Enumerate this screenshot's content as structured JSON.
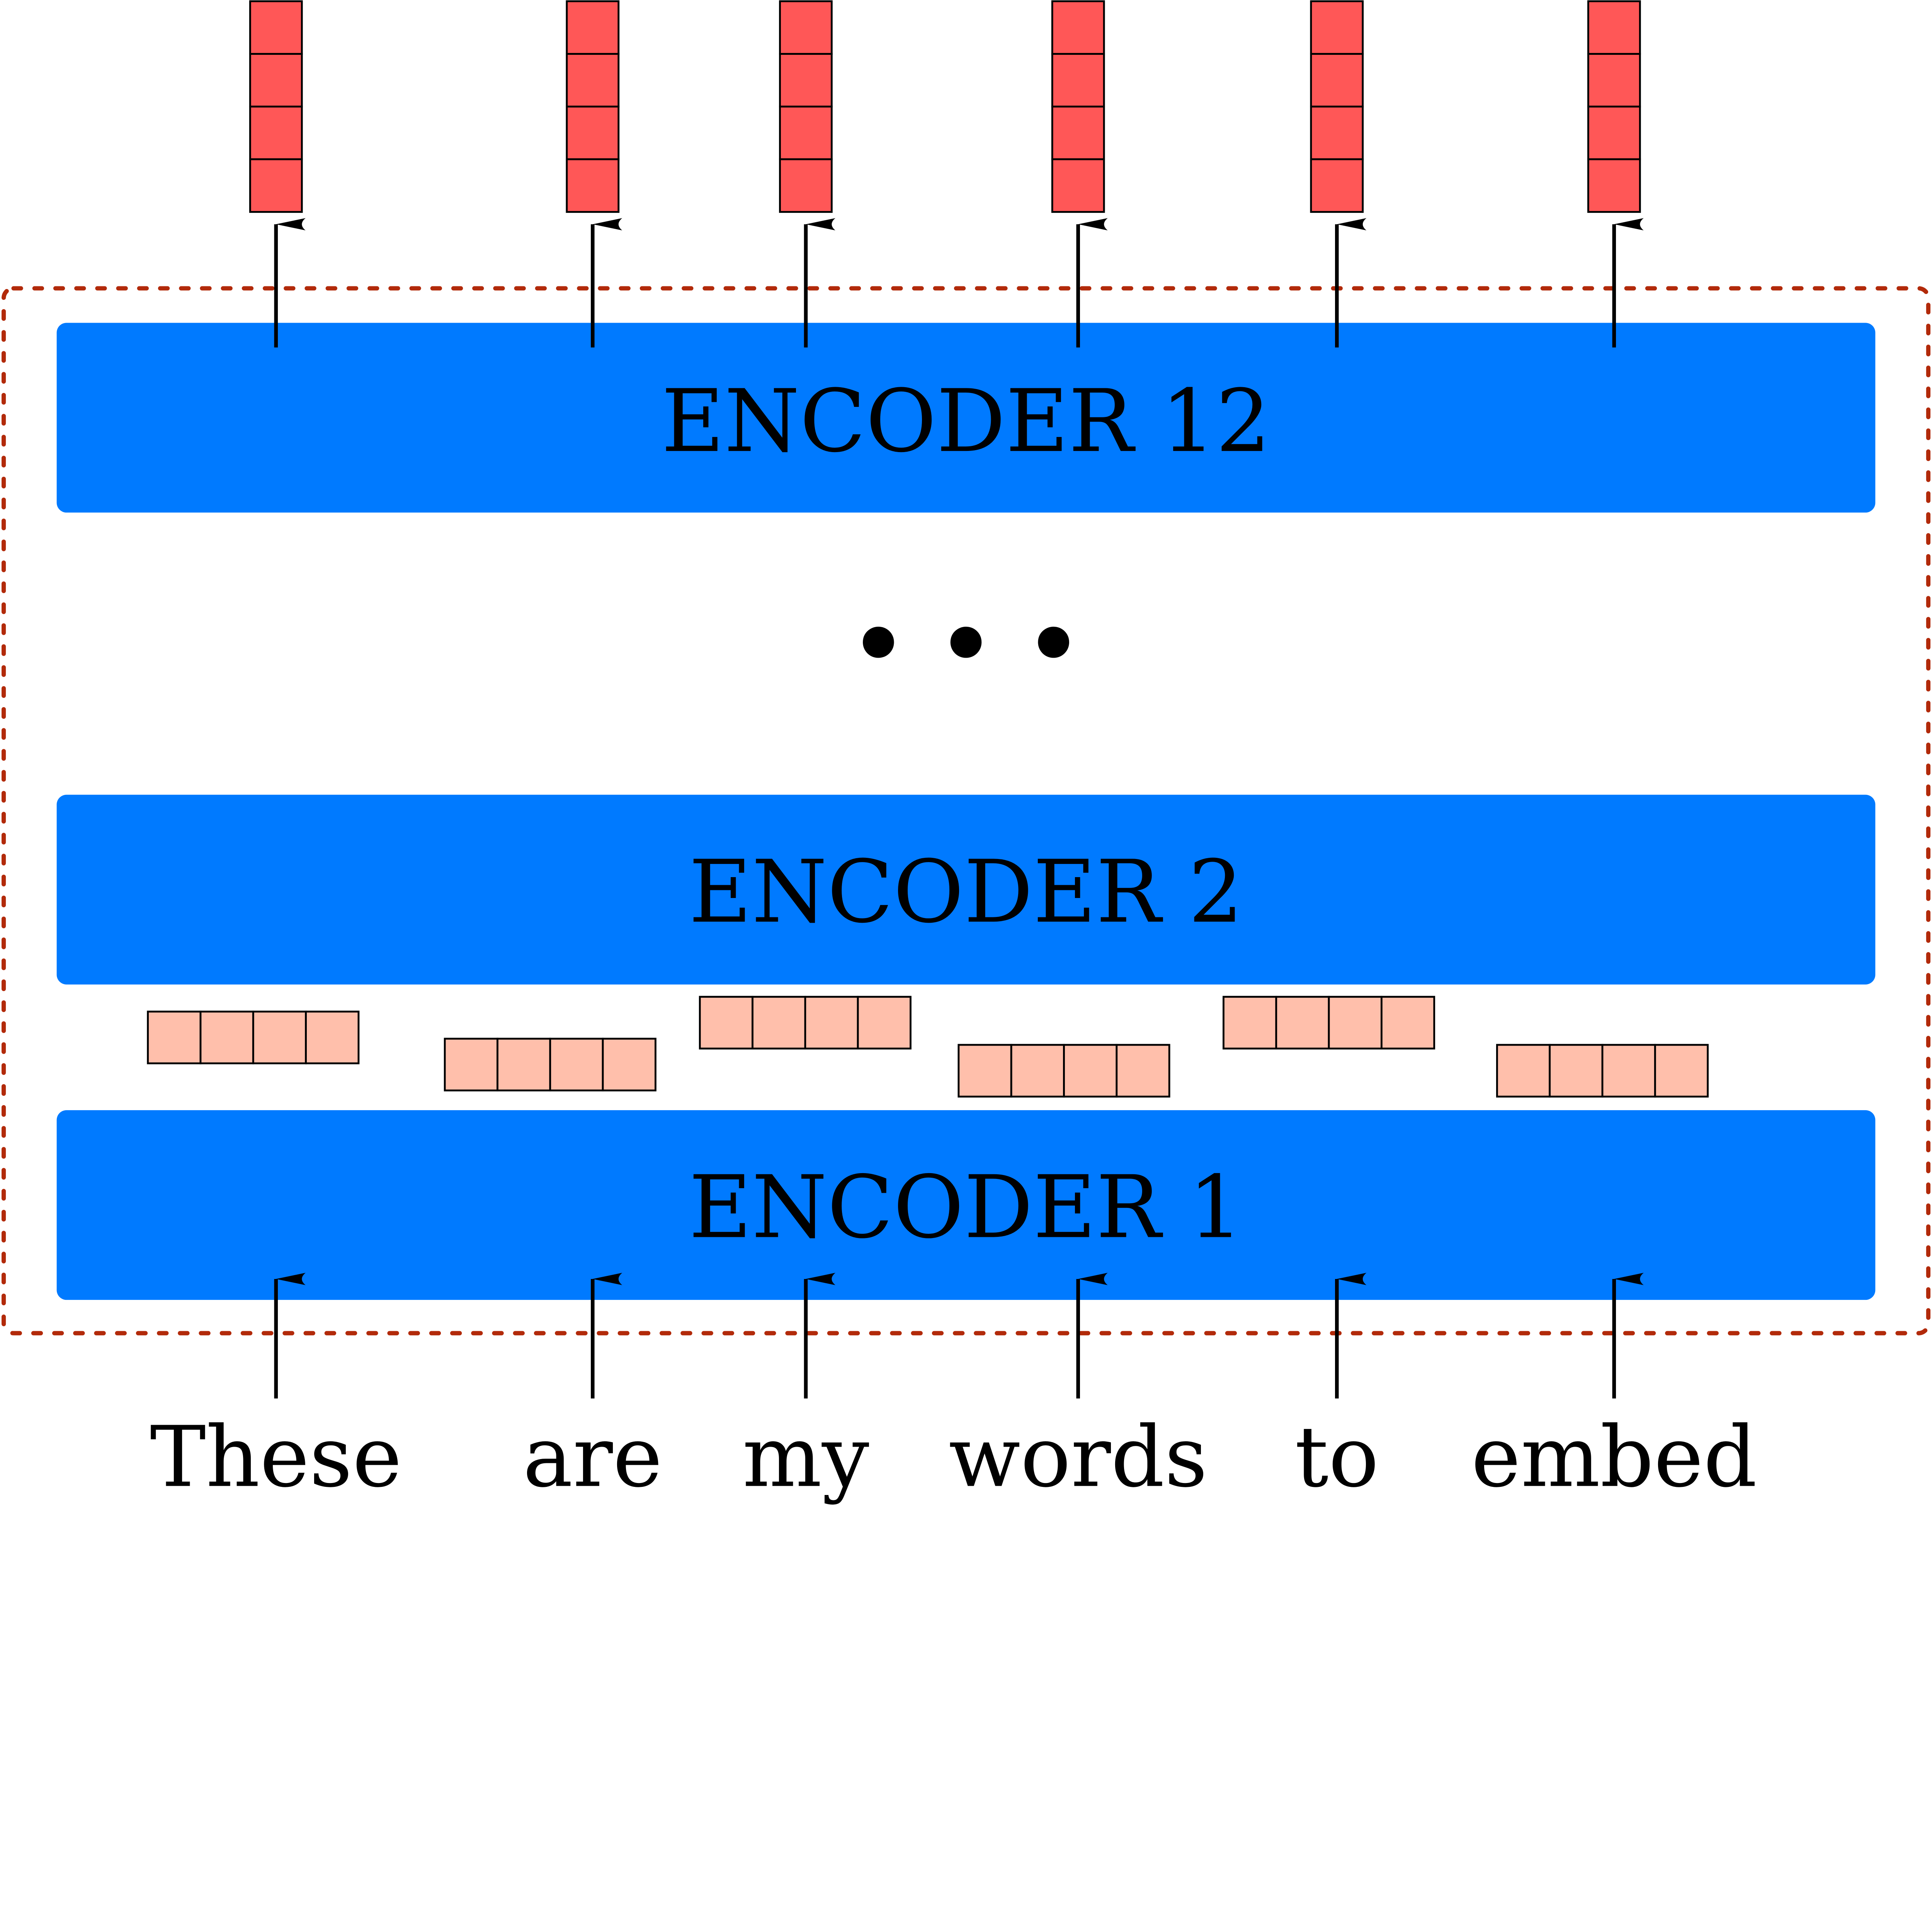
{
  "colors": {
    "encoder": "#007AFF",
    "output_vector": "#FF5757",
    "embedding_vector": "#FFBFAB",
    "frame": "#B22A0A",
    "arrow": "#000000"
  },
  "encoders": [
    {
      "label": "ENCODER 12"
    },
    {
      "label": "ENCODER 2"
    },
    {
      "label": "ENCODER 1"
    }
  ],
  "ellipsis": "• • •",
  "words": [
    "These",
    "are",
    "my",
    "words",
    "to",
    "embed"
  ],
  "vector_cells": 4
}
